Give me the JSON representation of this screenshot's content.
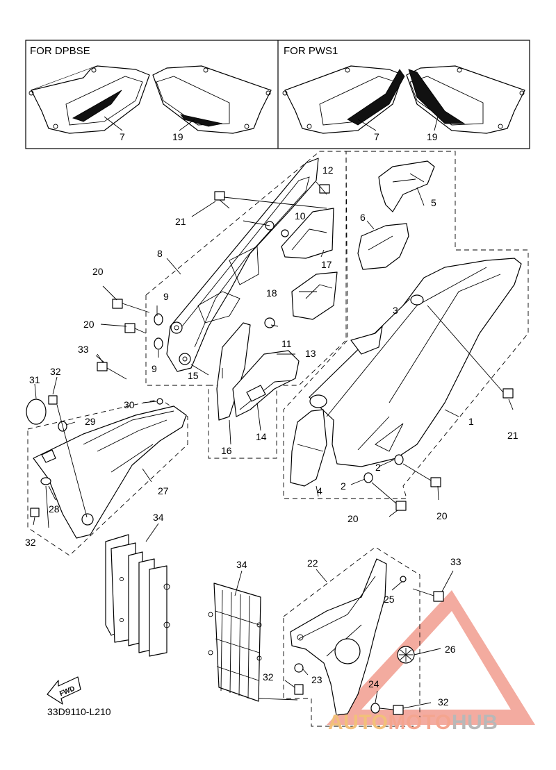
{
  "variant_box": {
    "left_title": "FOR DPBSE",
    "right_title": "FOR PWS1",
    "left_labels": [
      "7",
      "19"
    ],
    "right_labels": [
      "7",
      "19"
    ]
  },
  "callouts": {
    "p1": "1",
    "p2a": "2",
    "p2b": "2",
    "p3": "3",
    "p4": "4",
    "p5": "5",
    "p6": "6",
    "p8": "8",
    "p9a": "9",
    "p9b": "9",
    "p10": "10",
    "p11": "11",
    "p12": "12",
    "p13": "13",
    "p14": "14",
    "p15": "15",
    "p16": "16",
    "p17": "17",
    "p18": "18",
    "p20a": "20",
    "p20b": "20",
    "p20c": "20",
    "p20d": "20",
    "p21a": "21",
    "p21b": "21",
    "p22": "22",
    "p23": "23",
    "p24": "24",
    "p25": "25",
    "p26": "26",
    "p27": "27",
    "p28": "28",
    "p29": "29",
    "p30": "30",
    "p31": "31",
    "p32a": "32",
    "p32b": "32",
    "p32c": "32",
    "p32d": "32",
    "p33a": "33",
    "p33b": "33",
    "p34a": "34",
    "p34b": "34"
  },
  "fwd_label": "FWD",
  "diagram_code": "33D9110-L210",
  "watermark": {
    "part1": "AUTO",
    "part2": "MOTO",
    "part3": "HUB",
    "colors": {
      "auto": "#f2c07a",
      "moto": "#f4a58f",
      "hub": "#b8b8b8",
      "logo": "#ef8f80"
    }
  }
}
